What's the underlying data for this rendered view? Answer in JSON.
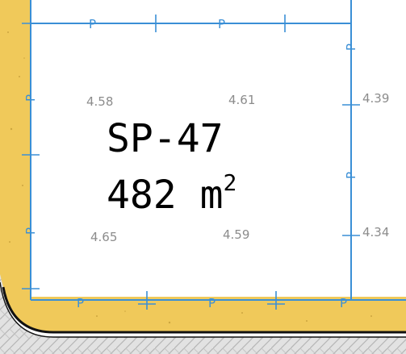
{
  "plot": {
    "id": "SP-47",
    "area_number": "482 m",
    "area_exponent": "2"
  },
  "spot_heights": [
    "4.58",
    "4.61",
    "4.39",
    "4.65",
    "4.59",
    "4.34"
  ],
  "boundary_marker_letter": "P",
  "colors": {
    "boundary": "#3a8fd6",
    "sidewalk": "#f0c95a",
    "curb": "#111111",
    "paving": "#d6d6d6"
  }
}
